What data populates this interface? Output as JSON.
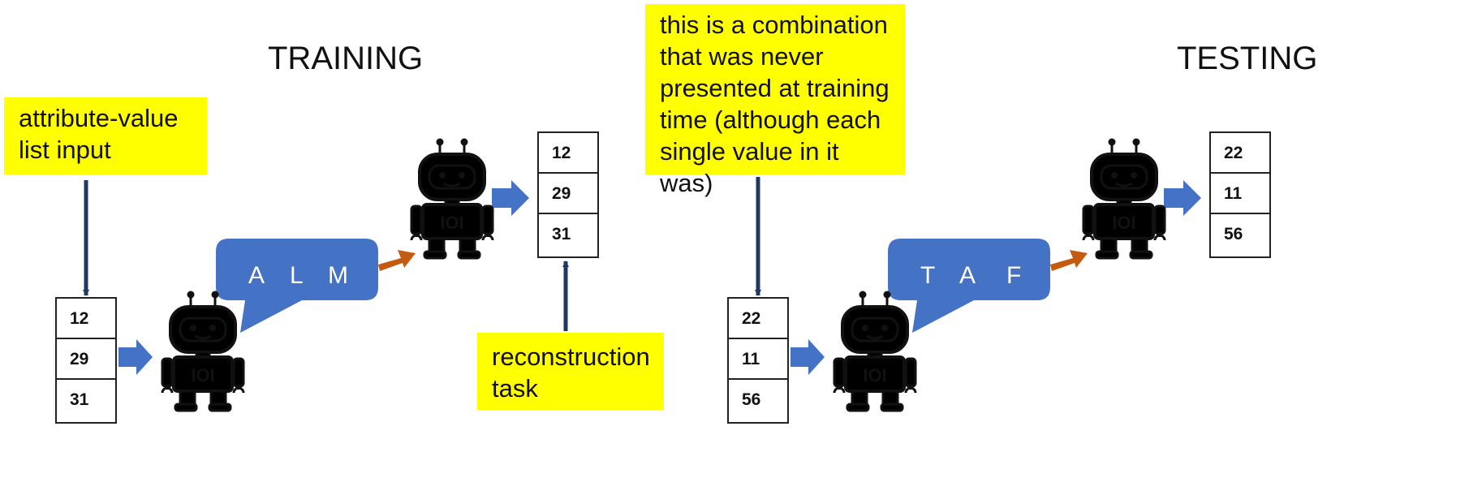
{
  "training": {
    "title": "TRAINING",
    "note": [
      "attribute-value",
      "list input"
    ],
    "input_values": [
      "12",
      "29",
      "31"
    ],
    "message": [
      "A",
      "L",
      "M"
    ],
    "output_values": [
      "12",
      "29",
      "31"
    ],
    "task_note": [
      "reconstruction",
      "task"
    ]
  },
  "testing": {
    "title": "TESTING",
    "note": [
      "this is a combination",
      "that was never",
      "presented at training",
      "time (although each",
      "single value in it was)"
    ],
    "input_values": [
      "22",
      "11",
      "56"
    ],
    "message": [
      "T",
      "A",
      "F"
    ],
    "output_values": [
      "22",
      "11",
      "56"
    ]
  },
  "colors": {
    "note_bg": "#ffff00",
    "speaker_robot": "#00e5ff",
    "listener_robot": "#8ee000",
    "bubble": "#4472c4",
    "block_arrow": "#4472c4",
    "message_arrow": "#c55a11"
  }
}
